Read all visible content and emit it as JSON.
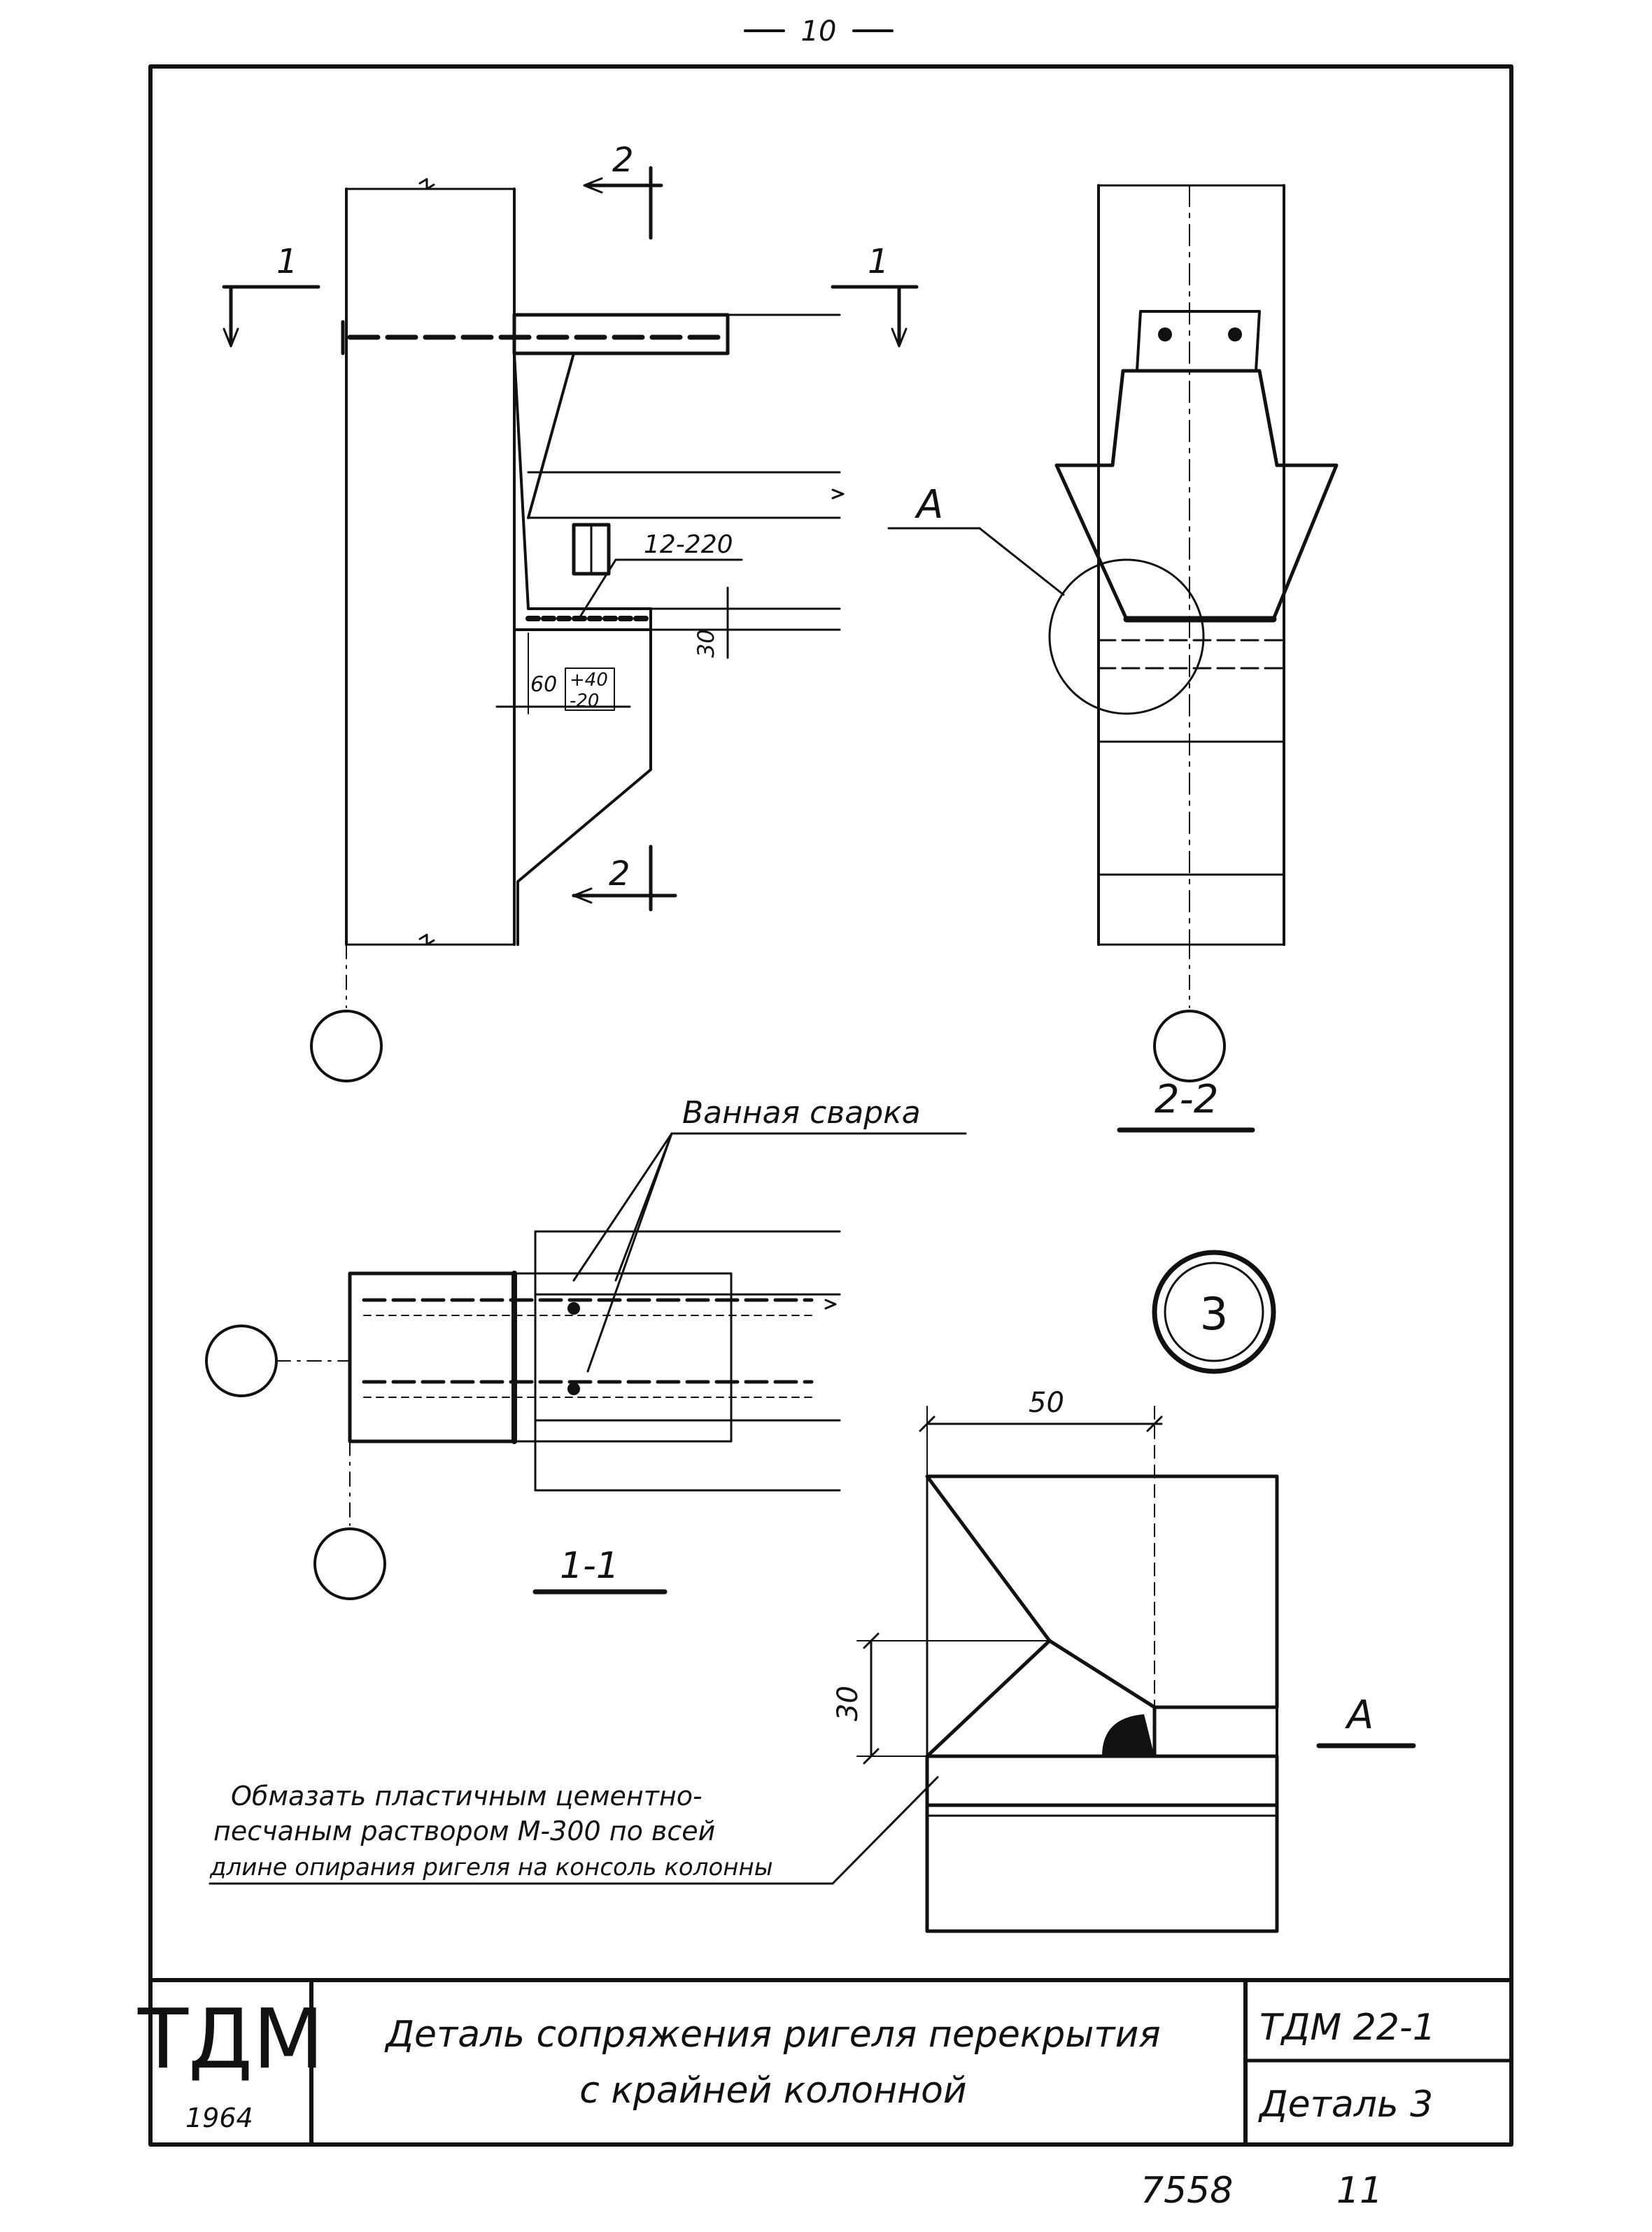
{
  "sheet": {
    "page_number": "10",
    "archive_number": "7558",
    "archive_sheet": "11"
  },
  "drawing": {
    "section_mark_1": "1",
    "section_mark_2": "2",
    "rebar_spec": "12-220",
    "dim_60": "60",
    "dim_plus40": "+40",
    "dim_minus20": "-20",
    "dim_30_upper": "30",
    "view_2_2": "2-2",
    "callout_A": "A",
    "weld_label": "Ванная сварка",
    "view_1_1": "1-1",
    "detail_number": "3",
    "dim_50": "50",
    "dim_30_lower": "30",
    "view_A": "A",
    "note_line1": "Обмазать пластичным цементно-",
    "note_line2": "песчаным раствором М-300 по всей",
    "note_line3": "длине опирания ригеля на консоль колонны"
  },
  "title_block": {
    "org_logo": "ТДМ",
    "year": "1964",
    "title_line1": "Деталь сопряжения ригеля перекрытия",
    "title_line2": "с крайней колонной",
    "series": "ТДМ 22-1",
    "detail": "Деталь 3"
  }
}
